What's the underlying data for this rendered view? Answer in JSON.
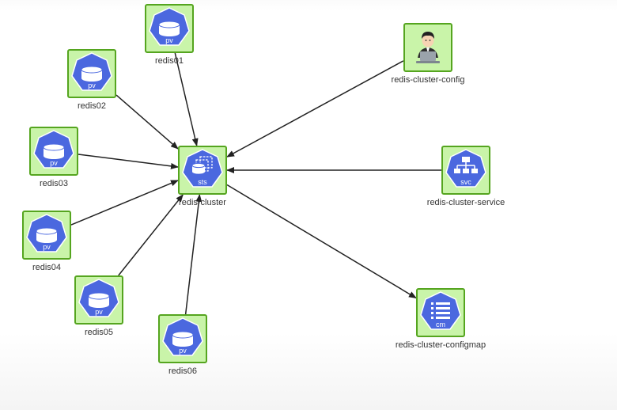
{
  "colors": {
    "node_fill": "#c9f4a9",
    "node_border": "#55a51f",
    "k8s_blue": "#4b68df",
    "edge": "#222222"
  },
  "nodes": {
    "redis01": {
      "label": "redis01",
      "badge": "pv",
      "icon": "disk-icon"
    },
    "redis02": {
      "label": "redis02",
      "badge": "pv",
      "icon": "disk-icon"
    },
    "redis03": {
      "label": "redis03",
      "badge": "pv",
      "icon": "disk-icon"
    },
    "redis04": {
      "label": "redis04",
      "badge": "pv",
      "icon": "disk-icon"
    },
    "redis05": {
      "label": "redis05",
      "badge": "pv",
      "icon": "disk-icon"
    },
    "redis06": {
      "label": "redis06",
      "badge": "pv",
      "icon": "disk-icon"
    },
    "cluster": {
      "label": "redis-cluster",
      "badge": "sts",
      "icon": "statefulset-icon"
    },
    "config": {
      "label": "redis-cluster-config",
      "icon": "user-at-laptop-icon"
    },
    "service": {
      "label": "redis-cluster-service",
      "badge": "svc",
      "icon": "network-tree-icon"
    },
    "configmap": {
      "label": "redis-cluster-configmap",
      "badge": "cm",
      "icon": "list-icon"
    }
  },
  "edges": [
    {
      "from": "redis01",
      "to": "cluster"
    },
    {
      "from": "redis02",
      "to": "cluster"
    },
    {
      "from": "redis03",
      "to": "cluster"
    },
    {
      "from": "redis04",
      "to": "cluster"
    },
    {
      "from": "redis05",
      "to": "cluster"
    },
    {
      "from": "redis06",
      "to": "cluster"
    },
    {
      "from": "config",
      "to": "cluster"
    },
    {
      "from": "service",
      "to": "cluster"
    },
    {
      "from": "cluster",
      "to": "configmap"
    }
  ]
}
